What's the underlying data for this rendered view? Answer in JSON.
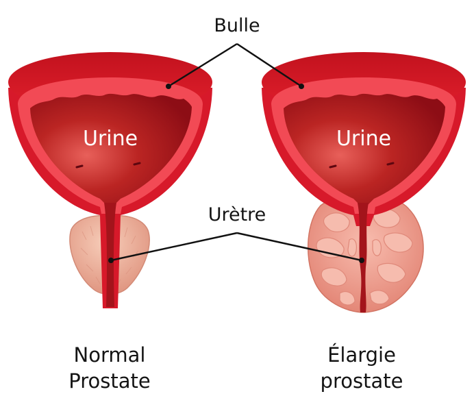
{
  "labels": {
    "bladder": "Bulle",
    "urethra": "Urètre",
    "urine": "Urine"
  },
  "panels": [
    {
      "caption_line1": "Normal",
      "caption_line2": "Prostate"
    },
    {
      "caption_line1": "Élargie",
      "caption_line2": "prostate"
    }
  ],
  "colors": {
    "bladder_outer": "#d7192a",
    "bladder_inner": "#f24a55",
    "bladder_lumen": "#a8121c",
    "prostate_normal": "#ecae98",
    "prostate_enlarged": "#f0a393",
    "leader_line": "#111111"
  }
}
